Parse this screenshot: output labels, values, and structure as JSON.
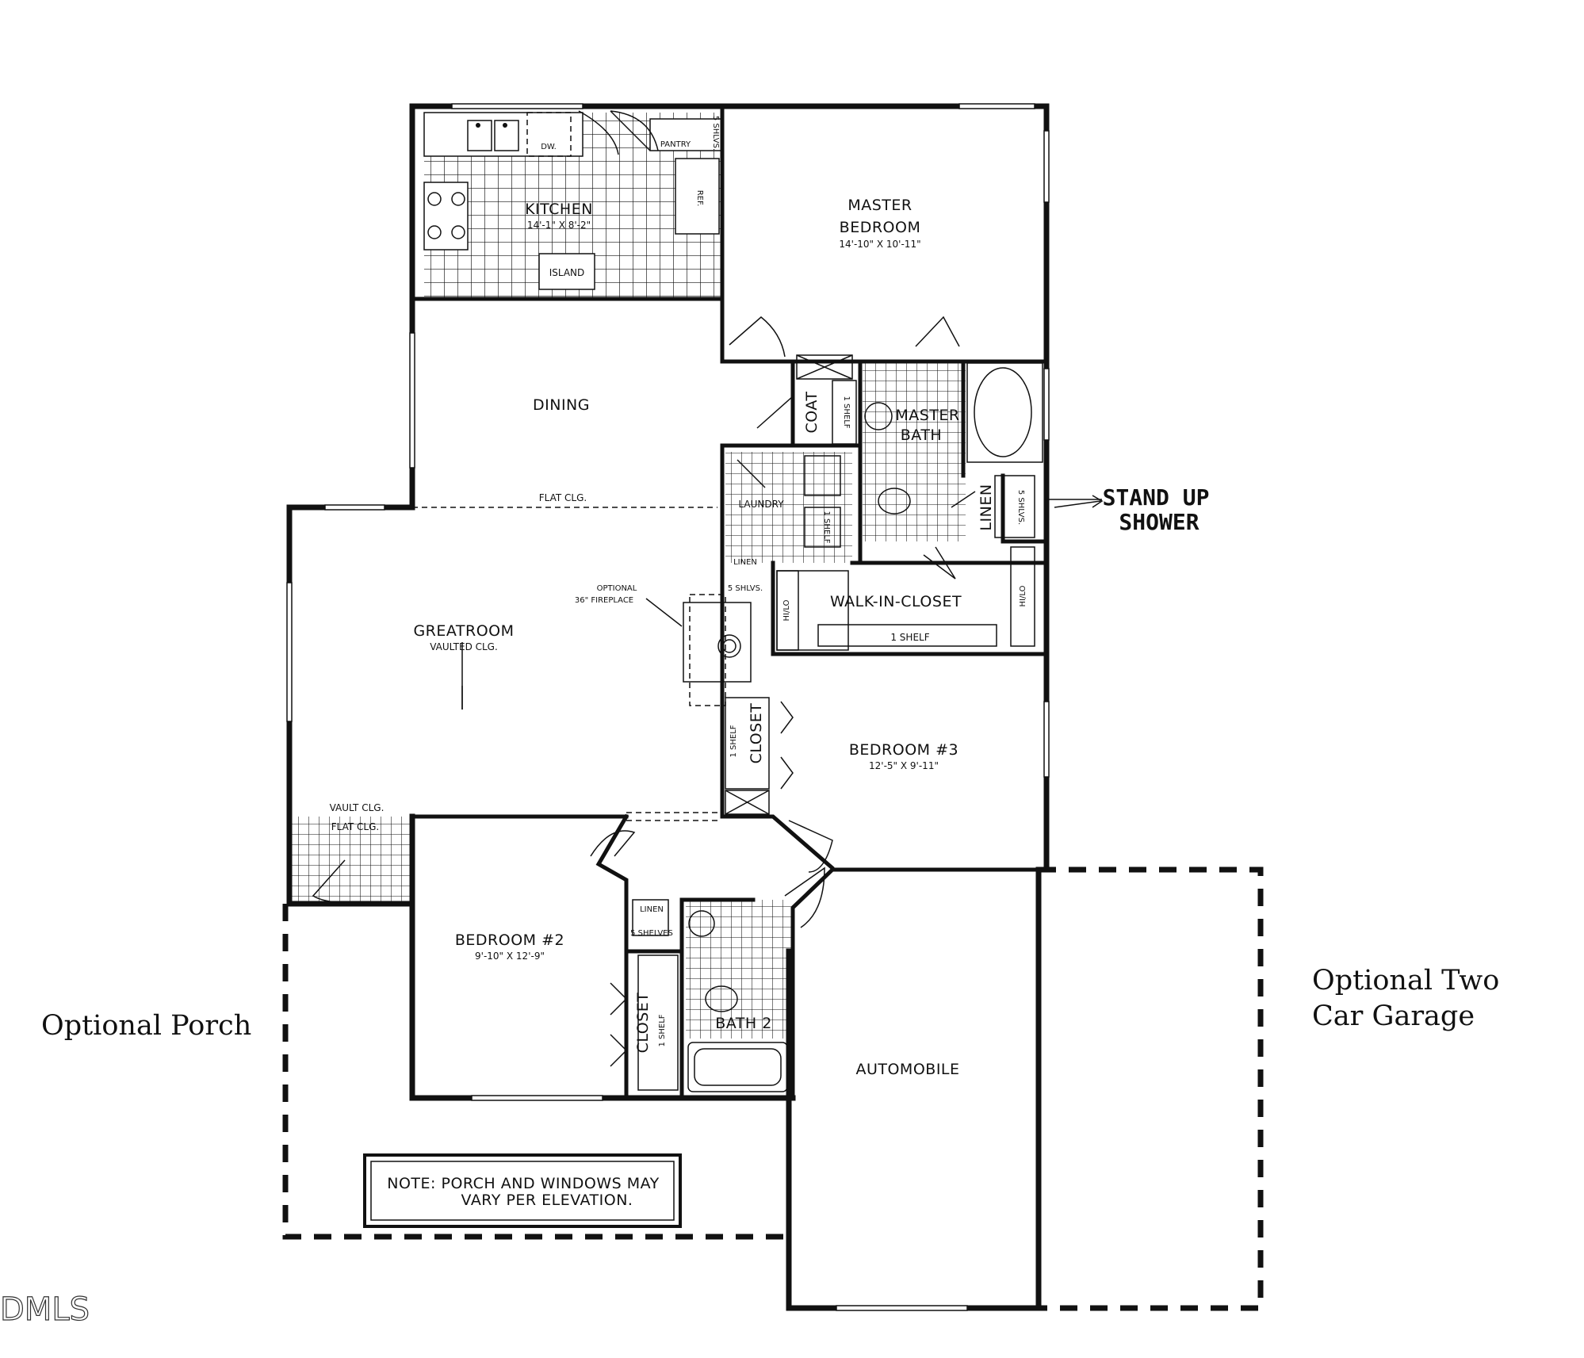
{
  "rooms": {
    "kitchen": {
      "name": "KITCHEN",
      "size": "14'-1\" X 8'-2\"",
      "island": "ISLAND",
      "dishwasher": "DW.",
      "pantry": "PANTRY",
      "pantry_shelves": "5 SHLVS.",
      "fridge": "REF."
    },
    "master_bedroom": {
      "name_line1": "MASTER",
      "name_line2": "BEDROOM",
      "size": "14'-10\" X 10'-11\""
    },
    "dining": {
      "name": "DINING"
    },
    "coat": {
      "name": "COAT",
      "shelf": "1 SHELF"
    },
    "master_bath": {
      "name_line1": "MASTER",
      "name_line2": "BATH"
    },
    "linen_master": {
      "name": "LINEN",
      "shelves": "5 SHLVS."
    },
    "laundry": {
      "name": "LAUNDRY",
      "shelf": "1 SHELF"
    },
    "flat_ceiling": "FLAT CLG.",
    "greatroom": {
      "name": "GREATROOM",
      "ceiling": "VAULTED CLG."
    },
    "fireplace": {
      "line1": "OPTIONAL",
      "line2": "36\" FIREPLACE"
    },
    "linen_hall": {
      "name": "LINEN",
      "shelves": "5 SHLVS."
    },
    "walk_in_closet": {
      "name": "WALK-IN-CLOSET",
      "shelf": "1 SHELF",
      "hilo": "HI/LO"
    },
    "closet_b3": {
      "name": "CLOSET",
      "shelf": "1 SHELF"
    },
    "bedroom3": {
      "name": "BEDROOM #3",
      "size": "12'-5\" X 9'-11\""
    },
    "vault_ceiling": "VAULT CLG.",
    "flat_ceiling_porch": "FLAT CLG.",
    "bedroom2": {
      "name": "BEDROOM #2",
      "size": "9'-10\" X 12'-9\""
    },
    "linen_bath2": {
      "name": "LINEN",
      "shelves": "5 SHELVES"
    },
    "closet_b2": {
      "name": "CLOSET",
      "shelf": "1 SHELF"
    },
    "bath2": {
      "name": "BATH 2"
    },
    "automobile": {
      "name": "AUTOMOBILE"
    }
  },
  "annotations": {
    "stand_up_line1": "STAND UP",
    "stand_up_line2": "SHOWER",
    "optional_porch": "Optional Porch",
    "optional_garage_line1": "Optional Two",
    "optional_garage_line2": "Car Garage",
    "note_line1": "NOTE: PORCH AND WINDOWS MAY",
    "note_line2": "VARY PER ELEVATION."
  },
  "watermark": "DMLS"
}
